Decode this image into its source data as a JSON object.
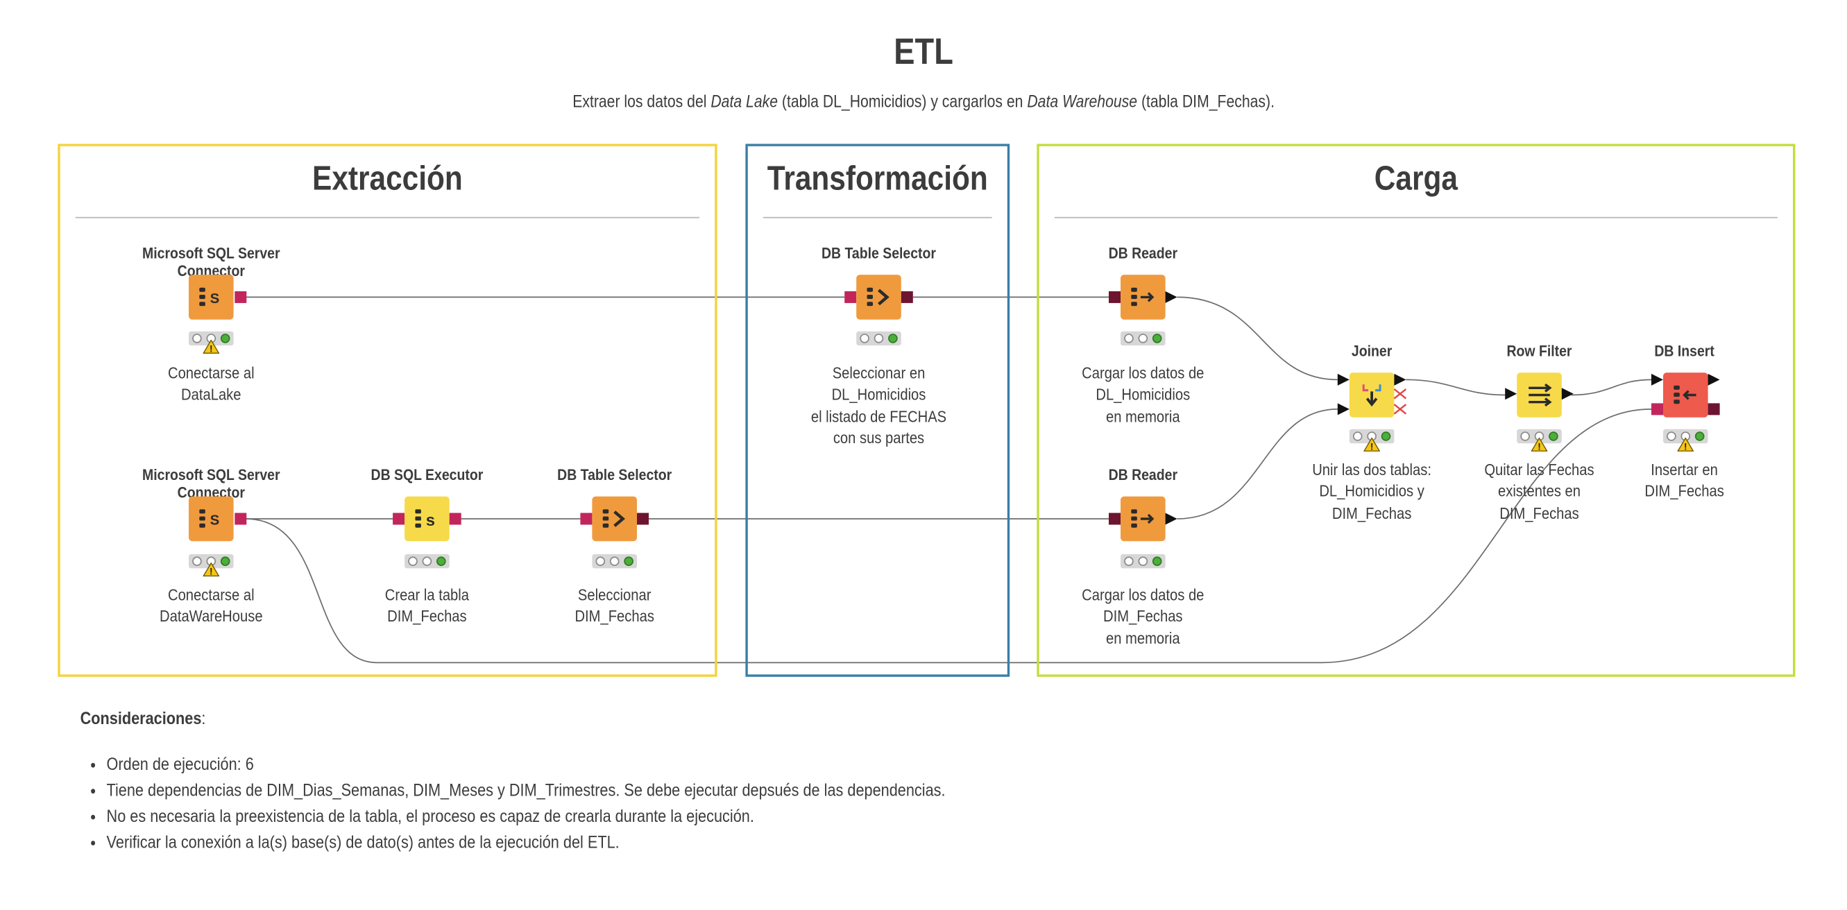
{
  "header": {
    "title": "ETL",
    "subtitle_prefix": "Extraer los datos del ",
    "subtitle_em1": "Data Lake",
    "subtitle_mid": " (tabla DL_Homicidios) y cargarlos en ",
    "subtitle_em2": "Data Warehouse",
    "subtitle_suffix": " (tabla DIM_Fechas)."
  },
  "sections": {
    "extraccion": {
      "title": "Extracción",
      "color": "#f5d33a"
    },
    "transformacion": {
      "title": "Transformación",
      "color": "#3a7fa6"
    },
    "carga": {
      "title": "Carga",
      "color": "#c4dd3d"
    }
  },
  "nodes": {
    "conn_lake": {
      "title": "Microsoft SQL Server Connector",
      "desc": "Conectarse al\nDataLake",
      "icon": "database-connector-icon",
      "color": "#f09a3e"
    },
    "conn_dwh": {
      "title": "Microsoft SQL Server Connector",
      "desc": "Conectarse al\nDataWareHouse",
      "icon": "database-connector-icon",
      "color": "#f09a3e"
    },
    "sql_exec": {
      "title": "DB SQL Executor",
      "desc": "Crear la tabla\nDIM_Fechas",
      "icon": "sql-executor-icon",
      "color": "#f7da4a"
    },
    "table_sel_dwh": {
      "title": "DB Table Selector",
      "desc": "Seleccionar\nDIM_Fechas",
      "icon": "table-selector-icon",
      "color": "#f09a3e"
    },
    "table_sel_lake": {
      "title": "DB Table Selector",
      "desc": "Seleccionar en\nDL_Homicidios\nel listado de FECHAS\ncon sus partes",
      "icon": "table-selector-icon",
      "color": "#f09a3e"
    },
    "reader_lake": {
      "title": "DB Reader",
      "desc": "Cargar los datos de\nDL_Homicidios\nen memoria",
      "icon": "db-reader-icon",
      "color": "#f09a3e"
    },
    "reader_dwh": {
      "title": "DB Reader",
      "desc": "Cargar los datos de\nDIM_Fechas\nen memoria",
      "icon": "db-reader-icon",
      "color": "#f09a3e"
    },
    "joiner": {
      "title": "Joiner",
      "desc": "Unir las dos tablas:\nDL_Homicidios y\nDIM_Fechas",
      "icon": "joiner-icon",
      "color": "#f7da4a"
    },
    "row_filter": {
      "title": "Row Filter",
      "desc": "Quitar las Fechas\nexistentes en\nDIM_Fechas",
      "icon": "row-filter-icon",
      "color": "#f7da4a"
    },
    "db_insert": {
      "title": "DB Insert",
      "desc": "Insertar en\nDIM_Fechas",
      "icon": "db-insert-icon",
      "color": "#ee5a4c"
    }
  },
  "considerations": {
    "heading": "Consideraciones",
    "colon": ":",
    "items": [
      "Orden de ejecución: 6",
      "Tiene dependencias de DIM_Dias_Semanas, DIM_Meses y DIM_Trimestres. Se debe ejecutar depsués de las dependencias.",
      "No es necesaria la preexistencia de la tabla, el proceso es capaz de crearla durante la ejecución.",
      "Verificar la conexión a la(s) base(s) de dato(s) antes de la ejecución del ETL."
    ]
  },
  "colors": {
    "db_port": "#c2255c",
    "db_port_dark": "#6d1431",
    "wire": "#6b6b6b",
    "status_green": "#4caf3a",
    "warning": "#f5c518"
  }
}
